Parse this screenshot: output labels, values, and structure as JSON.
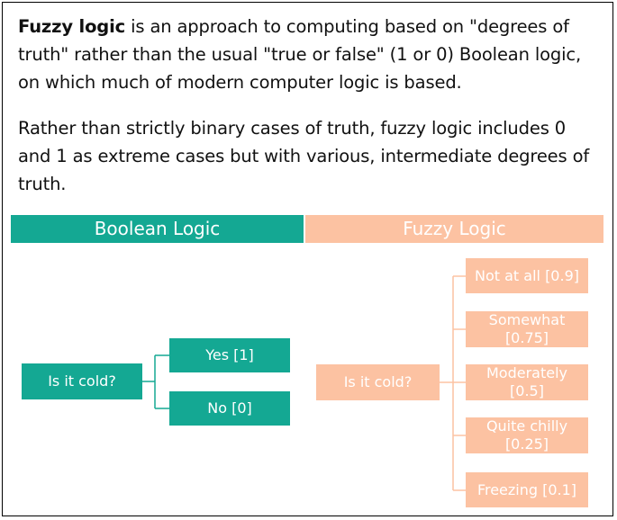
{
  "intro": {
    "term": "Fuzzy logic",
    "definition": " is an approach to computing based on \"degrees of truth\" rather than the usual \"true or false\" (1 or 0) Boolean logic, on which much of modern computer logic is based.",
    "paragraph2": "Rather than strictly binary cases of truth, fuzzy logic includes 0 and 1 as extreme cases but with various, intermediate degrees of truth."
  },
  "colors": {
    "boolean": "#14a893",
    "fuzzy": "#fcc2a2",
    "line_boolean": "#14a893",
    "line_fuzzy": "#fcc2a2"
  },
  "boolean": {
    "header": "Boolean Logic",
    "question": "Is it cold?",
    "options": [
      "Yes [1]",
      "No [0]"
    ]
  },
  "fuzzy": {
    "header": "Fuzzy Logic",
    "question": "Is it cold?",
    "options": [
      "Not at all [0.9]",
      "Somewhat [0.75]",
      "Moderately [0.5]",
      "Quite chilly [0.25]",
      "Freezing [0.1]"
    ]
  }
}
